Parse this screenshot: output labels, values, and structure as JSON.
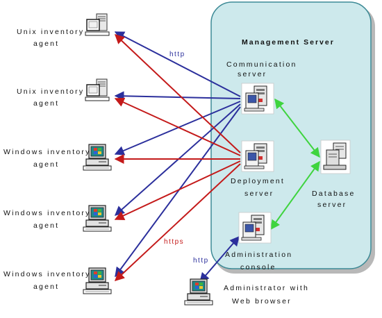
{
  "server_group": {
    "title": "Management Server",
    "fill": "#cde9ec",
    "stroke": "#3d8a96"
  },
  "agents": [
    {
      "line1": "Unix inventory",
      "line2": "agent",
      "icon": "unix-workstation-icon"
    },
    {
      "line1": "Unix inventory",
      "line2": "agent",
      "icon": "unix-workstation-icon"
    },
    {
      "line1": "Windows inventory",
      "line2": "agent",
      "icon": "windows-pc-icon"
    },
    {
      "line1": "Windows inventory",
      "line2": "agent",
      "icon": "windows-pc-icon"
    },
    {
      "line1": "Windows inventory",
      "line2": "agent",
      "icon": "windows-pc-icon"
    }
  ],
  "servers": {
    "communication": {
      "line1": "Communication",
      "line2": "server",
      "icon": "server-icon"
    },
    "deployment": {
      "line1": "Deployment",
      "line2": "server",
      "icon": "server-icon"
    },
    "administration": {
      "line1": "Administration",
      "line2": "console",
      "icon": "server-icon"
    },
    "database": {
      "line1": "Database",
      "line2": "server",
      "icon": "database-server-icon"
    }
  },
  "admin_client": {
    "line1": "Administrator with",
    "line2": "Web browser",
    "icon": "windows-pc-icon"
  },
  "protocols": {
    "http_agents": "http",
    "https_agents": "https",
    "http_admin": "http"
  },
  "colors": {
    "http": "#2b2f9c",
    "https": "#c41a1a",
    "internal": "#3fd43f",
    "admin_link": "#2b2f9c"
  }
}
